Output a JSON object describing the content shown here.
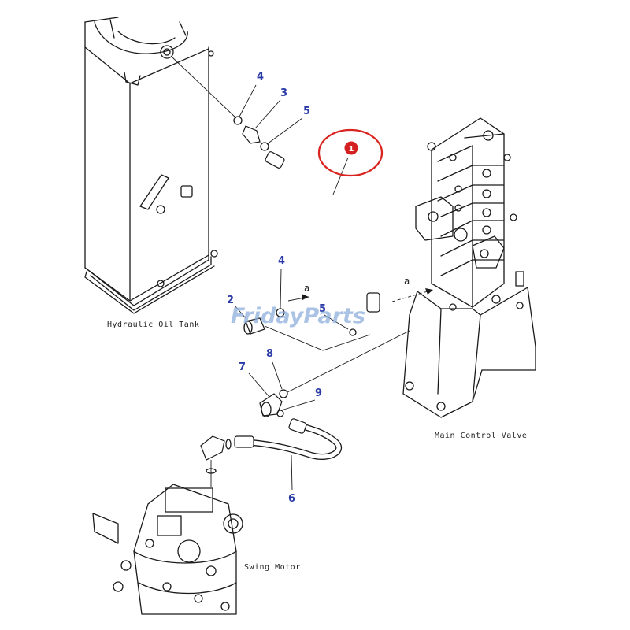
{
  "callouts": {
    "c1": "1",
    "c2": "2",
    "c3": "3",
    "c4a": "4",
    "c4b": "4",
    "c5a": "5",
    "c5b": "5",
    "c6": "6",
    "c7": "7",
    "c8": "8",
    "c9": "9"
  },
  "captions": {
    "tank": "Hydraulic Oil Tank",
    "valve": "Main Control Valve",
    "motor": "Swing Motor"
  },
  "arrow_labels": {
    "a1": "a",
    "a2": "a"
  },
  "watermark": {
    "text": "FridayParts",
    "color": "#8eb0dd"
  },
  "highlight": {
    "color": "#d9231f",
    "badge_color": "#d42020"
  },
  "callout_color": "#2a3aa6"
}
